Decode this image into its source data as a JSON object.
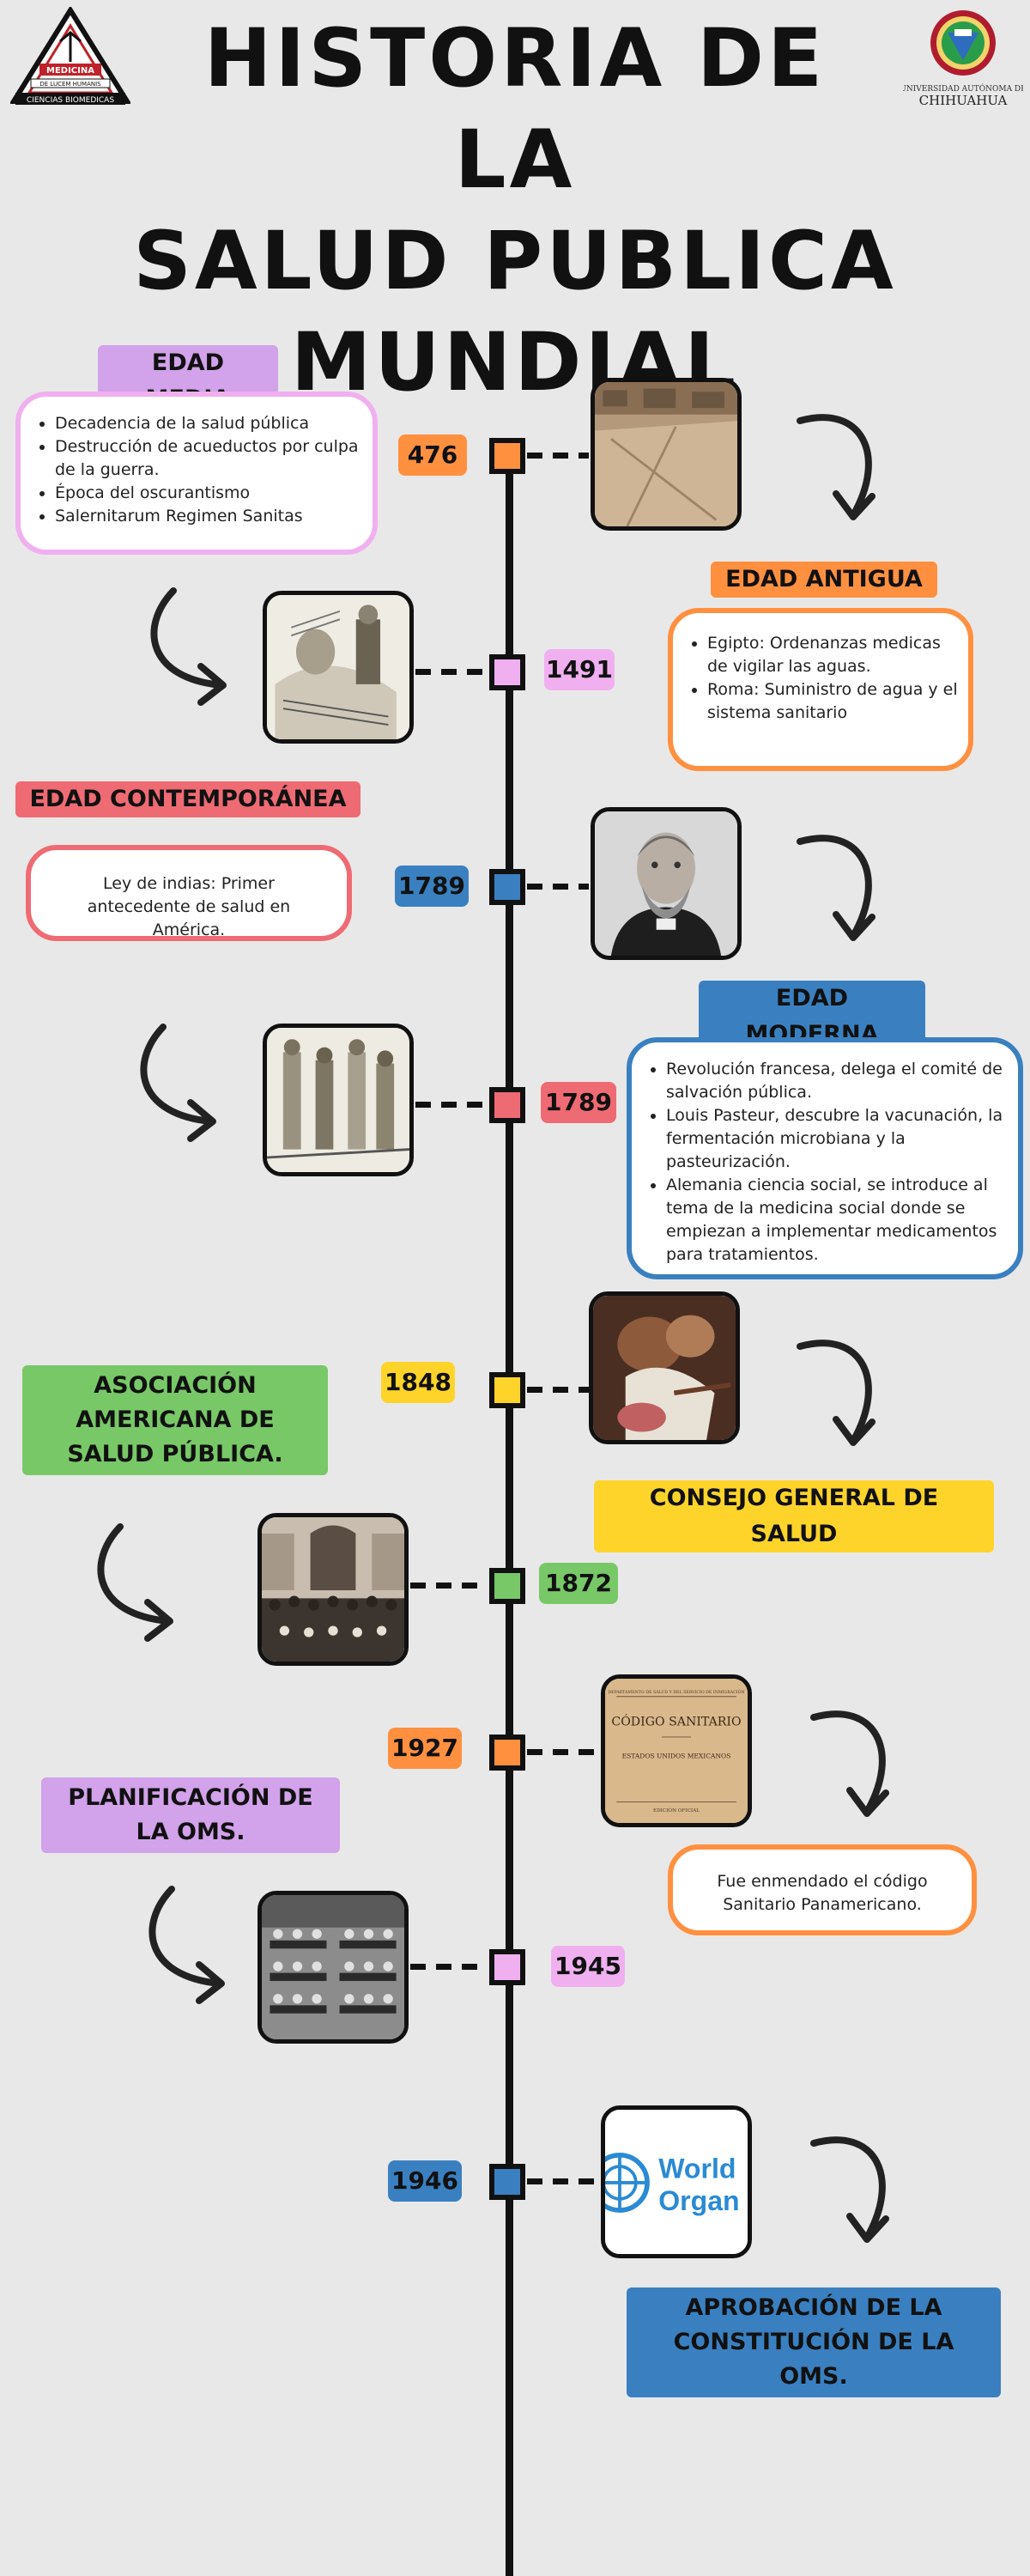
{
  "title_lines": [
    "HISTORIA DE LA",
    "SALUD PUBLICA",
    "MUNDIAL"
  ],
  "logo_left": {
    "top_text": "MEDICINA",
    "motto": "DE LUCEM HUMANIS",
    "bottom_text": "CIENCIAS BIOMEDICAS"
  },
  "logo_right": {
    "line1": "UNIVERSIDAD AUTÓNOMA DE",
    "line2": "CHIHUAHUA"
  },
  "colors": {
    "orange": "#ff9040",
    "pink": "#f0b0f0",
    "blue": "#3a80c0",
    "red": "#ef6b73",
    "yellow": "#ffd42a",
    "green": "#78c868",
    "violet": "#d2a2ea"
  },
  "events": [
    {
      "year": "476",
      "color": "#ff9040",
      "tag": "EDAD MEDIA",
      "bullets": [
        "Decadencia de la salud pública",
        "Destrucción de acueductos por culpa de la guerra.",
        "Época del oscurantismo",
        "Salernitarum Regimen Sanitas"
      ],
      "image": "roman-ruins-photo"
    },
    {
      "year": "1491",
      "color": "#f0b0f0",
      "tag": "EDAD ANTIGUA",
      "bullets": [
        "Egipto: Ordenanzas medicas de vigilar las aguas.",
        "Roma: Suministro de agua y el sistema sanitario"
      ],
      "image": "medieval-sick-engraving"
    },
    {
      "year": "1789",
      "color": "#3a80c0",
      "tag": "EDAD CONTEMPORÁNEA",
      "text": "Ley de indias: Primer antecedente de salud en América.",
      "image": "louis-pasteur-portrait"
    },
    {
      "year": "1789",
      "color": "#ef6b73",
      "tag": "EDAD MODERNA",
      "bullets": [
        "Revolución francesa, delega el comité de salvación pública.",
        "Louis Pasteur, descubre la vacunación, la fermentación microbiana y la pasteurización.",
        "Alemania ciencia social, se introduce al tema de la medicina social donde se empiezan a implementar medicamentos para tratamientos."
      ],
      "image": "medieval-crowd-engraving"
    },
    {
      "year": "1848",
      "color": "#ffd42a",
      "tag": "ASOCIACIÓN AMERICANA DE SALUD PÚBLICA.",
      "tag2": "CONSEJO GENERAL DE SALUD",
      "image": "classical-painting"
    },
    {
      "year": "1872",
      "color": "#78c868",
      "image": "association-group-photo"
    },
    {
      "year": "1927",
      "color": "#ff9040",
      "tag": "PLANIFICACIÓN DE LA OMS.",
      "text": "Fue enmendado el código Sanitario Panamericano.",
      "image": "codigo-sanitario-cover",
      "book": {
        "header": "DEPARTAMENTO DE SALUD Y DEL SERVICIO DE INMIGRACIÓN",
        "title": "CÓDIGO SANITARIO",
        "sub": "ESTADOS UNIDOS MEXICANOS",
        "edition": "EDICIÓN OFICIAL"
      }
    },
    {
      "year": "1945",
      "color": "#f0b0f0",
      "image": "assembly-meeting-photo"
    },
    {
      "year": "1946",
      "color": "#3a80c0",
      "tag": "APROBACIÓN DE LA CONSTITUCIÓN DE LA OMS.",
      "image": "who-logo",
      "who_text": [
        "World",
        "Organ"
      ]
    }
  ]
}
